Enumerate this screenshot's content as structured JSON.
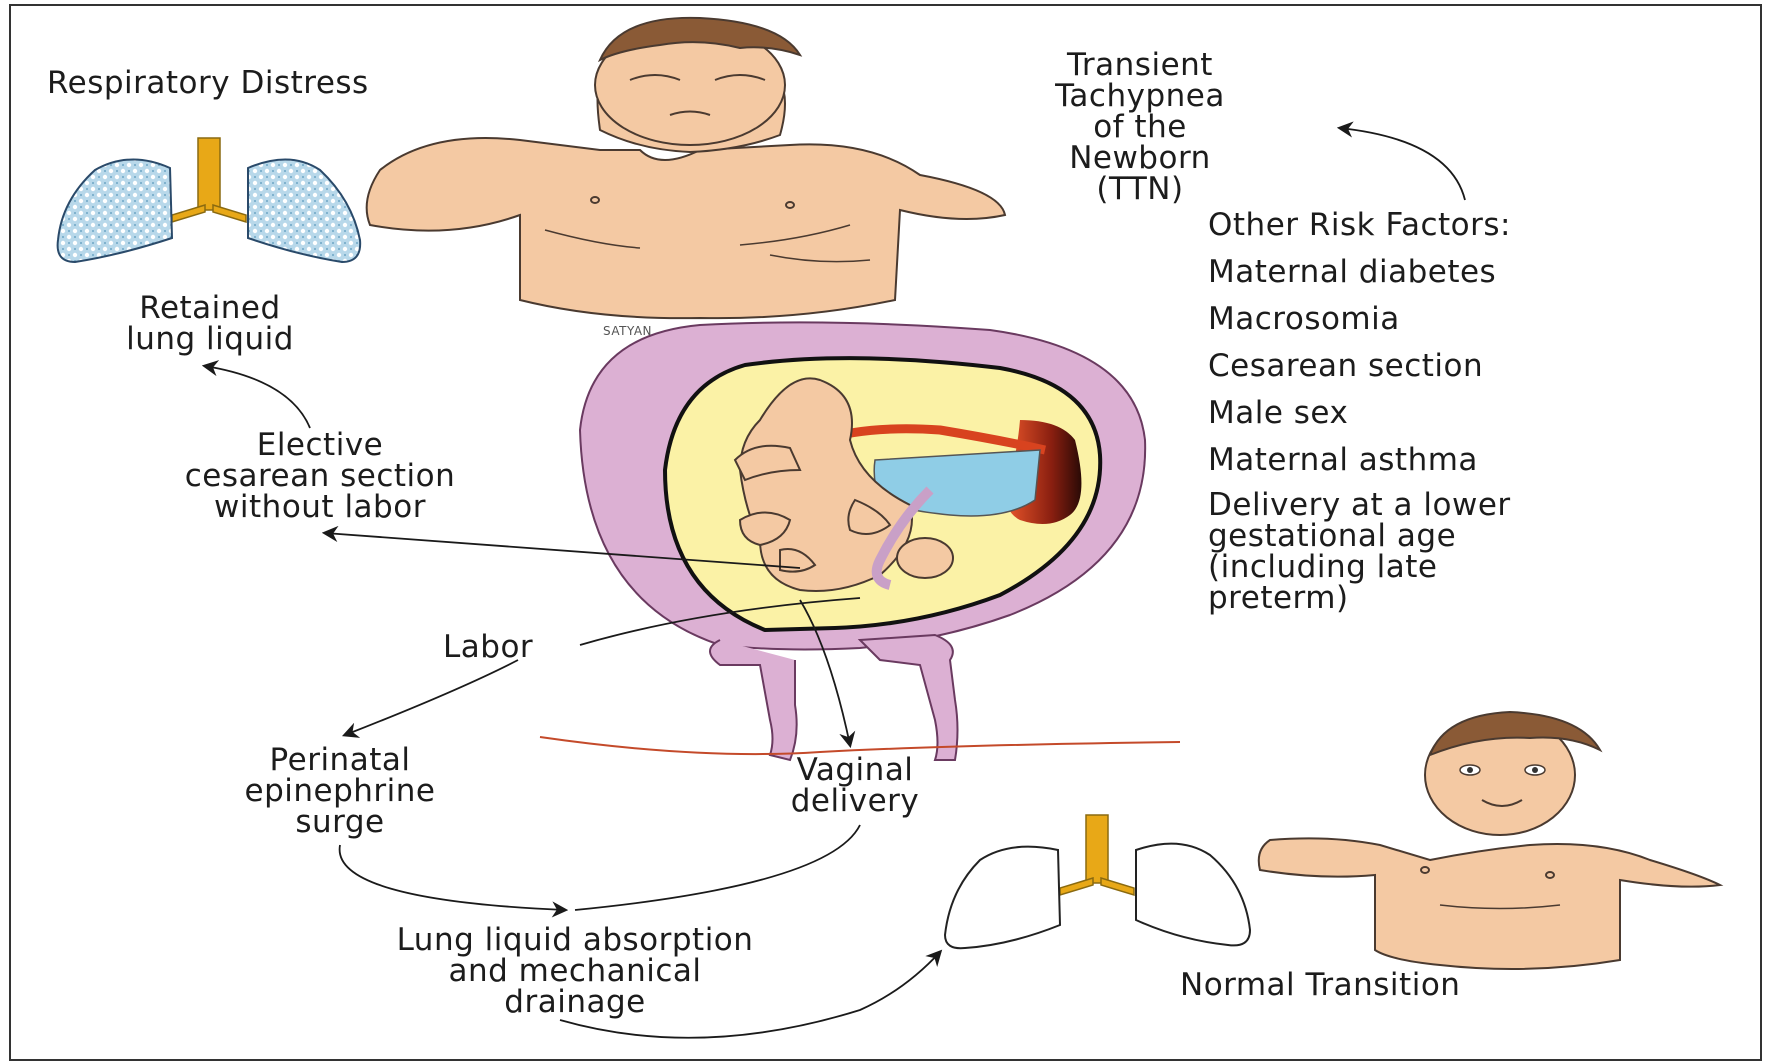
{
  "labels": {
    "respiratory_distress": "Respiratory Distress",
    "ttn": "Transient\nTachypnea\nof the\nNewborn\n(TTN)",
    "retained_lung_liquid": "Retained\nlung liquid",
    "artist_signature": "SATYAN",
    "elective_cesarean": "Elective\ncesarean section\nwithout labor",
    "labor": "Labor",
    "perinatal_epinephrine": "Perinatal\nepinephrine\nsurge",
    "vaginal_delivery": "Vaginal\ndelivery",
    "lung_liquid_absorption": "Lung liquid absorption\nand mechanical\ndrainage",
    "normal_transition": "Normal Transition"
  },
  "risk_factors": {
    "title": "Other Risk Factors:",
    "items": [
      "Maternal diabetes",
      "Macrosomia",
      "Cesarean section",
      "Male sex",
      "Maternal asthma",
      "Delivery at a lower\ngestational age\n(including late\npreterm)"
    ]
  },
  "colors": {
    "skin": "#f4c9a3",
    "skin_outline": "#4a3a30",
    "hair": "#8a5a36",
    "trachea": "#e8a817",
    "lung_fluid": "#b8d8ea",
    "uterus": "#dcb0d3",
    "amniotic": "#fbf2a6",
    "placenta": "#b8321f",
    "fluid_pool": "#8fcde6",
    "arrow": "#1a1a1a"
  }
}
